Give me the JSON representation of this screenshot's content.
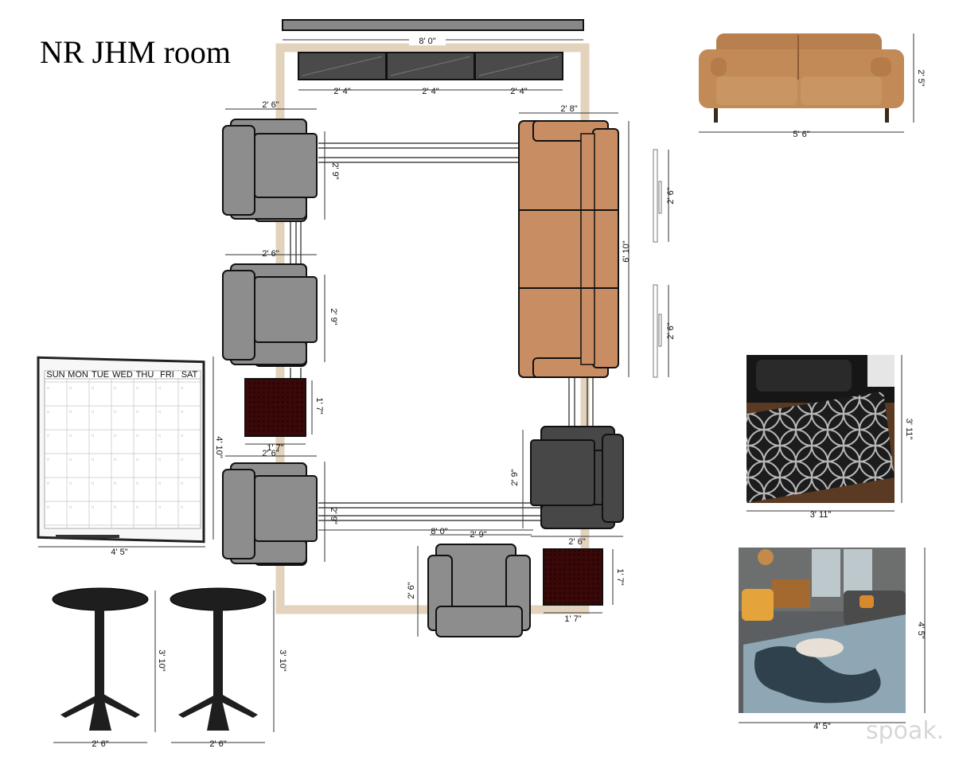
{
  "title": "NR JHM room",
  "watermark": "spoak.",
  "dimensions": {
    "tv_width": "8' 0\"",
    "cabinet_1": "2' 4\"",
    "cabinet_2": "2' 4\"",
    "cabinet_3": "2' 4\"",
    "chair1_width": "2' 6\"",
    "chair1_depth": "2' 9\"",
    "chair2_width": "2' 6\"",
    "chair2_depth": "2' 9\"",
    "side_table_left_h": "1' 7\"",
    "side_table_left_w": "1' 7\"",
    "chair3_width": "2' 6\"",
    "chair3_depth": "2' 9\"",
    "sofa_depth": "2' 8\"",
    "sofa_length": "6' 10\"",
    "wall_item_1": "2' 6\"",
    "wall_item_2": "2' 6\"",
    "dark_chair_depth": "2' 9\"",
    "dark_chair_width": "2' 6\"",
    "rug_front_length": "8' 0\"",
    "front_chair_width": "2' 9\"",
    "front_chair_depth": "2' 6\"",
    "side_table_right_h": "1' 7\"",
    "side_table_right_w": "1' 7\"",
    "room_side": "3' 10\"",
    "whiteboard_width": "4' 5\"",
    "whiteboard_height": "4' 10\"",
    "table1_height": "3' 10\"",
    "table1_width": "2' 6\"",
    "table2_width": "2' 6\"",
    "sofa_photo_width": "5' 6\"",
    "sofa_photo_height": "2' 5\"",
    "rug1_width": "3' 11\"",
    "rug1_height": "3' 11\"",
    "rug2_width": "4' 5\"",
    "rug2_height": "4' 5\""
  },
  "calendar": {
    "days": [
      "SUN",
      "MON",
      "TUE",
      "WED",
      "THU",
      "FRI",
      "SAT"
    ]
  },
  "colors": {
    "room_outline": "#e3d3bd",
    "gray_chair": "#8d8d8d",
    "dark_chair": "#474747",
    "sofa": "#c98d63",
    "side_table": "#3a0808",
    "tv": "#888888",
    "cabinet": "#4a4a4a"
  }
}
